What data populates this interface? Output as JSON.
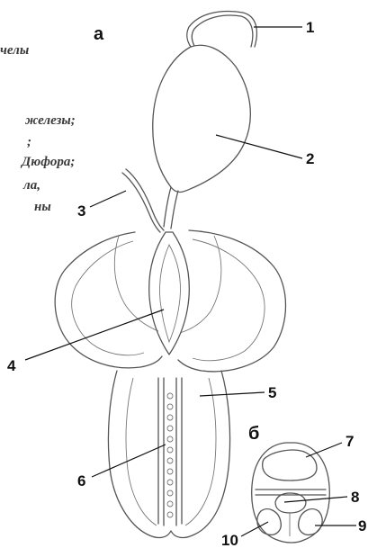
{
  "caption_fragments": [
    "челы",
    "железы;",
    ";",
    "Дюфора;",
    "ла,",
    "ны"
  ],
  "panel_labels": {
    "a": "а",
    "b": "б"
  },
  "numbers": [
    "1",
    "2",
    "3",
    "4",
    "5",
    "6",
    "7",
    "8",
    "9",
    "10"
  ],
  "colors": {
    "line": "#555555",
    "leader": "#111111",
    "text": "#111111"
  }
}
